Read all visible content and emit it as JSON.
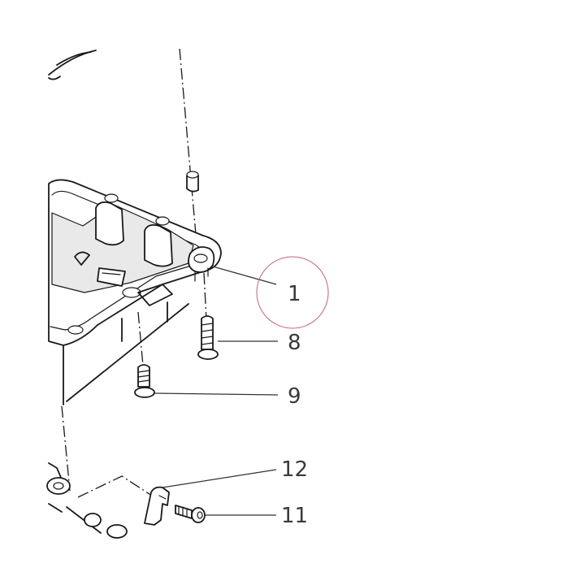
{
  "diagram": {
    "callouts": [
      {
        "id": "c1",
        "label": "1",
        "highlighted": true
      },
      {
        "id": "c8",
        "label": "8",
        "highlighted": false
      },
      {
        "id": "c9",
        "label": "9",
        "highlighted": false
      },
      {
        "id": "c12",
        "label": "12",
        "highlighted": false
      },
      {
        "id": "c11",
        "label": "11",
        "highlighted": false
      }
    ],
    "highlight_color": "#c8607a",
    "line_color": "#1a1a1a"
  }
}
